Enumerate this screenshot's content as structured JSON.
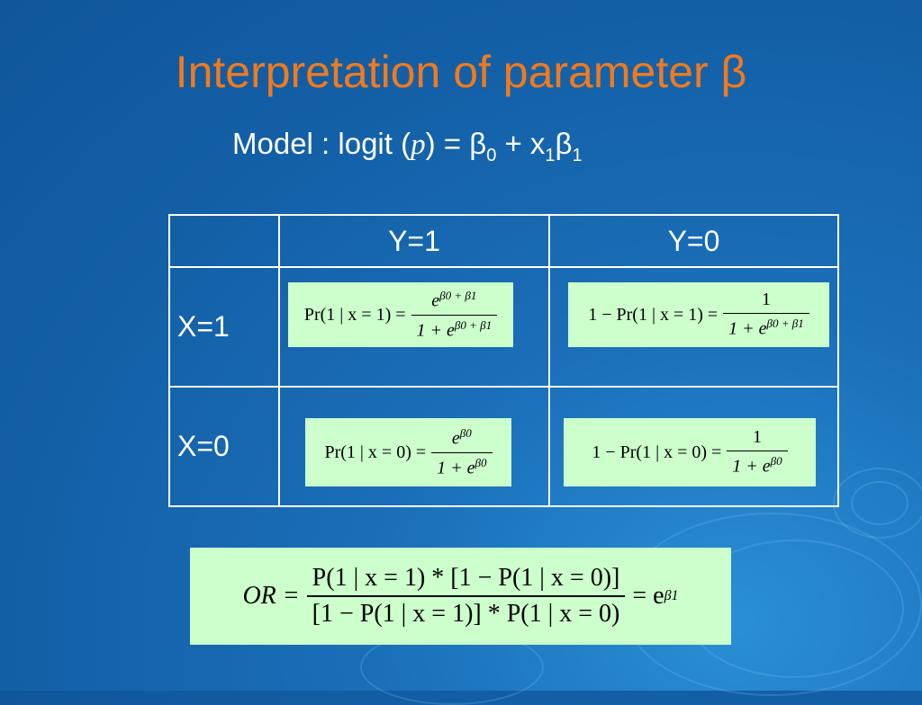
{
  "slide": {
    "title": "Interpretation of parameter β",
    "model": {
      "prefix": "Model : logit (",
      "p": "p",
      "mid": ") = β",
      "sub0": "0",
      "plus": " + x",
      "sub1a": "1",
      "beta": "β",
      "sub1b": "1"
    },
    "table": {
      "headers": [
        "",
        "Y=1",
        "Y=0"
      ],
      "rows": [
        {
          "label": "X=1",
          "y1": {
            "lhs": "Pr(1 | x = 1) =",
            "num": "e",
            "num_exp": "β0 + β1",
            "den": "1 + e",
            "den_exp": "β0 + β1"
          },
          "y0": {
            "lhs": "1 − Pr(1 | x = 1) =",
            "num": "1",
            "den": "1 + e",
            "den_exp": "β0 + β1"
          }
        },
        {
          "label": "X=0",
          "y1": {
            "lhs": "Pr(1 | x = 0) =",
            "num": "e",
            "num_exp": "β0",
            "den": "1 + e",
            "den_exp": "β0"
          },
          "y0": {
            "lhs": "1 − Pr(1 | x = 0) =",
            "num": "1",
            "den": "1 + e",
            "den_exp": "β0"
          }
        }
      ]
    },
    "odds_ratio": {
      "lhs": "OR =",
      "num": "P(1 | x = 1) * [1 − P(1 | x = 0)]",
      "den": "[1 − P(1 | x = 1)] * P(1 | x = 0)",
      "rhs": "= e",
      "rhs_exp": "β1"
    }
  }
}
